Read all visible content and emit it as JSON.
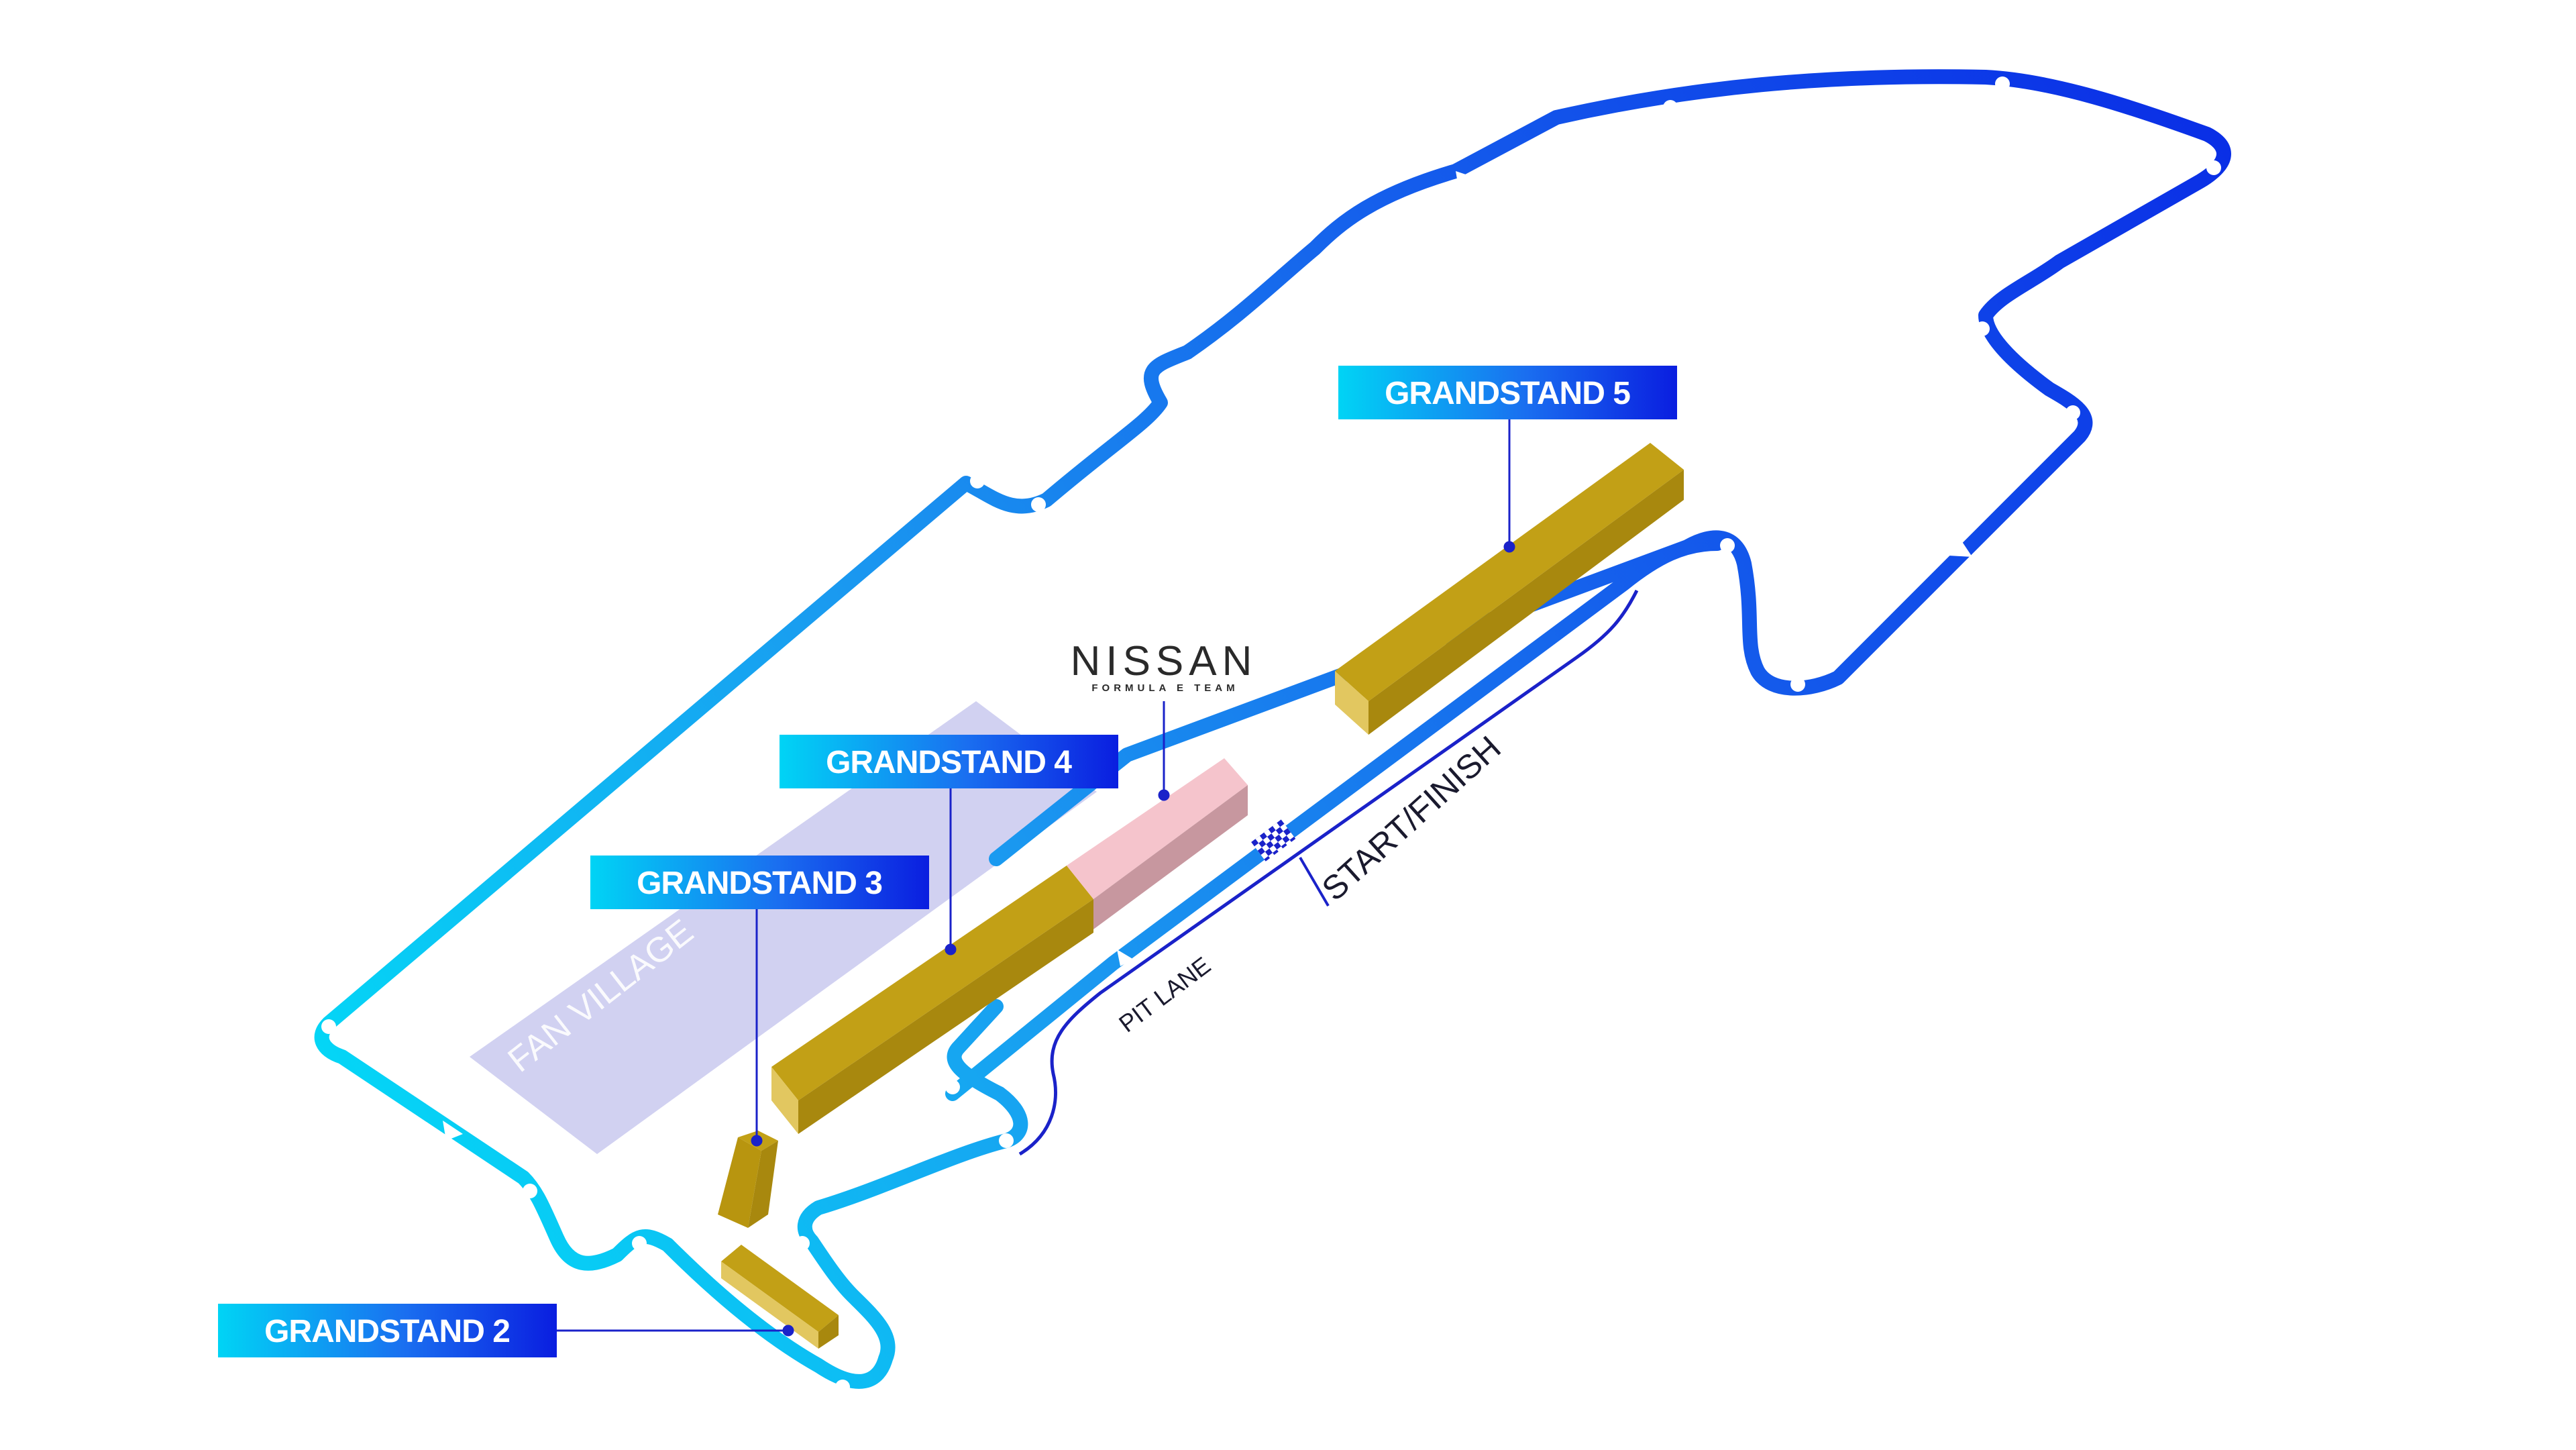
{
  "map": {
    "venue_labels": {
      "fan_village": "FAN VILLAGE",
      "pit_lane": "PIT LANE",
      "start_finish": "START/FINISH"
    },
    "team": {
      "name": "NISSAN",
      "subtitle": "FORMULA E TEAM"
    },
    "grandstands": [
      {
        "id": "gs2",
        "label": "GRANDSTAND 2"
      },
      {
        "id": "gs3",
        "label": "GRANDSTAND 3"
      },
      {
        "id": "gs4",
        "label": "GRANDSTAND 4"
      },
      {
        "id": "gs5",
        "label": "GRANDSTAND 5"
      }
    ],
    "colors": {
      "track_start": "#00d4f5",
      "track_end": "#0a2ee6",
      "grandstand_top": "#c9a419",
      "grandstand_side": "#a8880e",
      "grandstand_front": "#e2c760",
      "team_hospitality": "#f5c4cc",
      "fan_village": "#c9c9ee",
      "label_gradient_start": "#00d4f5",
      "label_gradient_end": "#0a1ee0",
      "leader_line": "#1a22c9"
    },
    "icons": [
      "checkered-flag-icon",
      "direction-arrow-icon"
    ]
  }
}
